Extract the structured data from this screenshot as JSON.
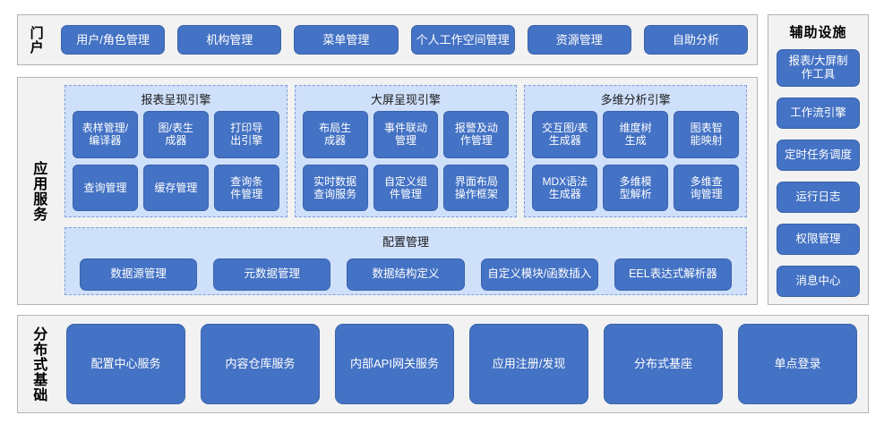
{
  "portal": {
    "label": "门户",
    "items": [
      {
        "label": "用户/角色管理"
      },
      {
        "label": "机构管理"
      },
      {
        "label": "菜单管理"
      },
      {
        "label": "个人工作空间管理"
      },
      {
        "label": "资源管理"
      },
      {
        "label": "自助分析"
      }
    ]
  },
  "app_services": {
    "label": "应用服务",
    "engines": [
      {
        "title": "报表呈现引擎",
        "items": [
          {
            "label": "表样管理/\n编译器"
          },
          {
            "label": "图/表生\n成器"
          },
          {
            "label": "打印导\n出引擎"
          },
          {
            "label": "查询管理"
          },
          {
            "label": "缓存管理"
          },
          {
            "label": "查询条\n件管理"
          }
        ]
      },
      {
        "title": "大屏呈现引擎",
        "items": [
          {
            "label": "布局生\n成器"
          },
          {
            "label": "事件联动\n管理"
          },
          {
            "label": "报警及动\n作管理"
          },
          {
            "label": "实时数据\n查询服务"
          },
          {
            "label": "自定义组\n件管理"
          },
          {
            "label": "界面布局\n操作框架"
          }
        ]
      },
      {
        "title": "多维分析引擎",
        "items": [
          {
            "label": "交互图/表\n生成器"
          },
          {
            "label": "维度树\n生成"
          },
          {
            "label": "图表智\n能映射"
          },
          {
            "label": "MDX语法\n生成器"
          },
          {
            "label": "多维模\n型解析"
          },
          {
            "label": "多维查\n询管理"
          }
        ]
      }
    ],
    "config": {
      "title": "配置管理",
      "items": [
        {
          "label": "数据源管理"
        },
        {
          "label": "元数据管理"
        },
        {
          "label": "数据结构定义"
        },
        {
          "label": "自定义模块/函数插入"
        },
        {
          "label": "EEL表达式解析器"
        }
      ]
    }
  },
  "aux": {
    "title": "辅助设施",
    "items": [
      {
        "label": "报表/大屏制\n作工具"
      },
      {
        "label": "工作流引擎"
      },
      {
        "label": "定时任务调度"
      },
      {
        "label": "运行日志"
      },
      {
        "label": "权限管理"
      },
      {
        "label": "消息中心"
      }
    ]
  },
  "base": {
    "label": "分布式基础",
    "items": [
      {
        "label": "配置中心服务"
      },
      {
        "label": "内容仓库服务"
      },
      {
        "label": "内部API网关服务"
      },
      {
        "label": "应用注册/发现"
      },
      {
        "label": "分布式基座"
      },
      {
        "label": "单点登录"
      }
    ]
  },
  "colors": {
    "button_blue": "#4472c4",
    "panel_blue": "#cfe0fb",
    "section_bg": "#f2f2f2",
    "section_border": "#b4b4b4"
  }
}
